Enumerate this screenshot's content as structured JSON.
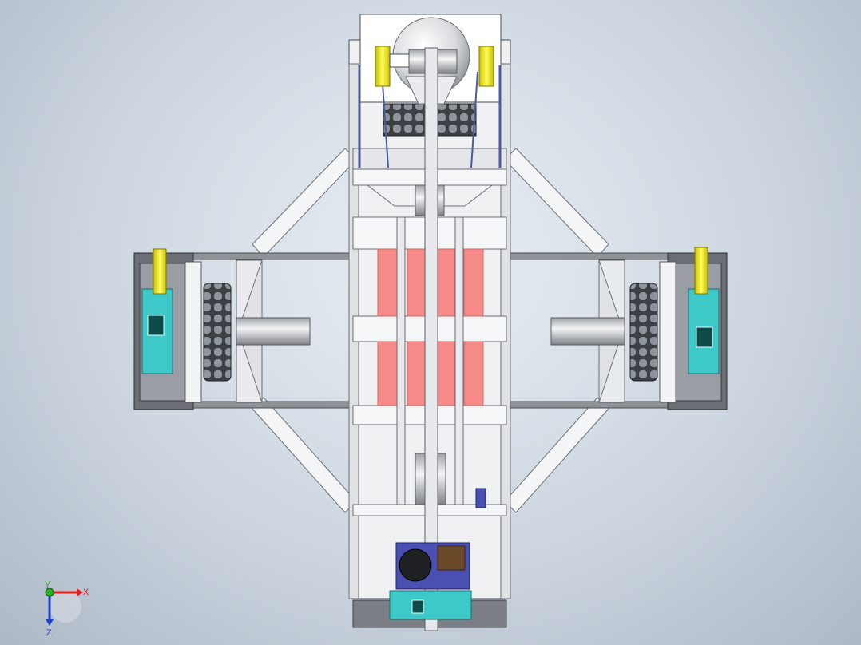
{
  "triad": {
    "x_label": "X",
    "y_label": "Y",
    "z_label": "Z"
  },
  "colors": {
    "background_center": "#e9eef4",
    "background_edge": "#aeb9c6",
    "frame_light": "#f2f3f5",
    "frame_dark": "#4a4d52",
    "strut_blue": "#4d5aa0",
    "accent_yellow": "#f4ec1c",
    "accent_salmon": "#f58a88",
    "board_teal": "#3ec9c9",
    "axis_x": "#e02020",
    "axis_y": "#20b020",
    "axis_z": "#2040d0"
  },
  "components": [
    "chassis-frame",
    "ball-mount",
    "left-omni-wheel-module",
    "right-omni-wheel-module",
    "diagonal-brace",
    "rear-electronics",
    "coordinate-triad"
  ]
}
